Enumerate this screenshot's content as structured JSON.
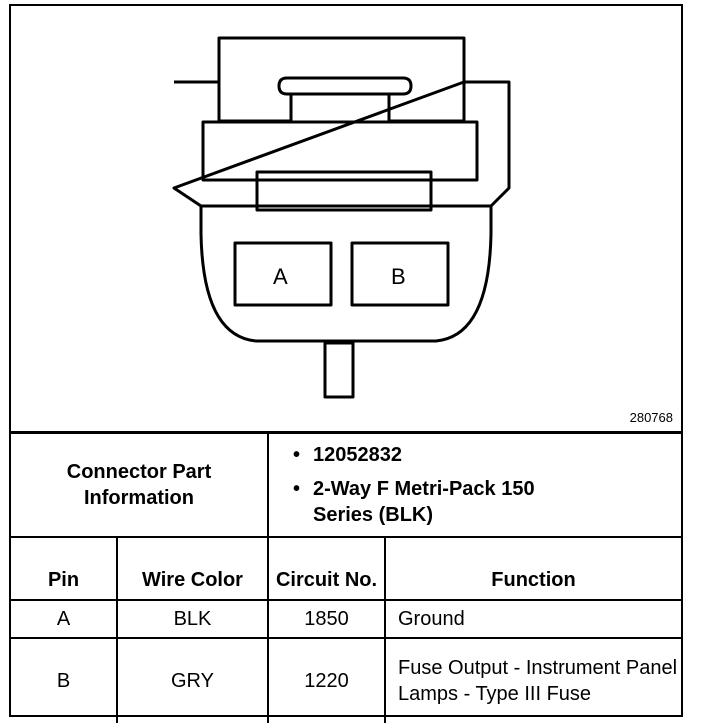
{
  "diagram": {
    "pins": [
      "A",
      "B"
    ],
    "figure_number": "280768"
  },
  "connector_info": {
    "label": "Connector Part Information",
    "items": [
      "12052832",
      "2-Way F Metri-Pack 150 Series (BLK)"
    ]
  },
  "table": {
    "headers": {
      "pin": "Pin",
      "wire_color": "Wire Color",
      "circuit_no": "Circuit No.",
      "function": "Function"
    },
    "rows": [
      {
        "pin": "A",
        "wire_color": "BLK",
        "circuit_no": "1850",
        "function": "Ground"
      },
      {
        "pin": "B",
        "wire_color": "GRY",
        "circuit_no": "1220",
        "function": "Fuse Output - Instrument Panel Lamps - Type III Fuse"
      }
    ]
  }
}
